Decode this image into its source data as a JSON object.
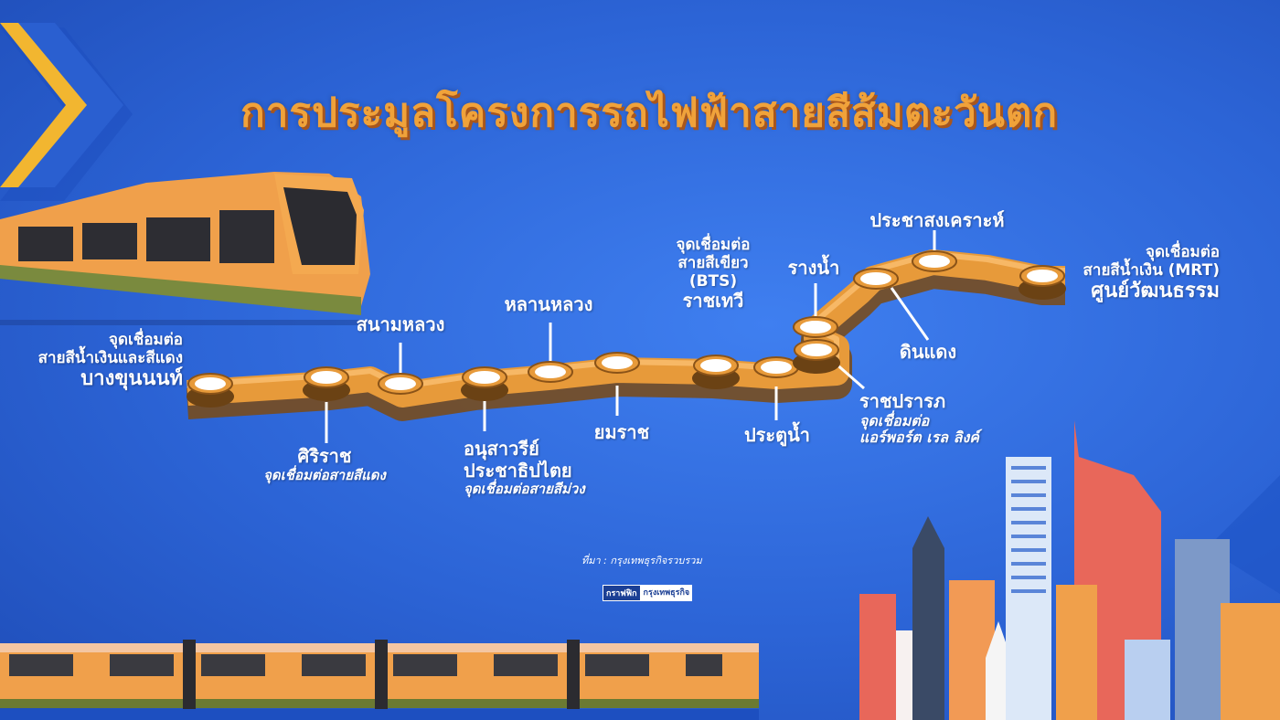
{
  "title": "การประมูลโครงการรถไฟฟ้าสายสีส้มตะวันตก",
  "stations": {
    "bang_khun_non": {
      "line1": "จุดเชื่อมต่อ",
      "line2": "สายสีน้ำเงินและสีแดง",
      "name": "บางขุนนนท์"
    },
    "siriraj": {
      "name": "ศิริราช",
      "note": "จุดเชื่อมต่อสายสีแดง"
    },
    "sanam_luang": {
      "name": "สนามหลวง"
    },
    "democracy": {
      "name1": "อนุสาวรีย์",
      "name2": "ประชาธิปไตย",
      "note": "จุดเชื่อมต่อสายสีม่วง"
    },
    "lan_luang": {
      "name": "หลานหลวง"
    },
    "yommarat": {
      "name": "ยมราช"
    },
    "ratchathewi": {
      "line1": "จุดเชื่อมต่อ",
      "line2": "สายสีเขียว",
      "line3": "(BTS)",
      "name": "ราชเทวี"
    },
    "pratunam": {
      "name": "ประตูน้ำ"
    },
    "rang_nam": {
      "name": "รางน้ำ"
    },
    "ratchaprarop": {
      "name": "ราชปรารภ",
      "note1": "จุดเชื่อมต่อ",
      "note2": "แอร์พอร์ต เรล ลิงค์"
    },
    "din_daeng": {
      "name": "ดินแดง"
    },
    "pracha_songkhro": {
      "name": "ประชาสงเคราะห์"
    },
    "cultural_center": {
      "line1": "จุดเชื่อมต่อ",
      "line2": "สายสีน้ำเงิน (MRT)",
      "name": "ศูนย์วัฒนธรรม"
    }
  },
  "source": "ที่มา : กรุงเทพธุรกิจรวบรวม",
  "logo": {
    "part1": "กราฟฟิก",
    "part2": "กรุงเทพธุรกิจ"
  },
  "colors": {
    "background": "#2d63d4",
    "track": "#e79a3a",
    "title": "#f0a23a",
    "train": "#f0a04b"
  }
}
